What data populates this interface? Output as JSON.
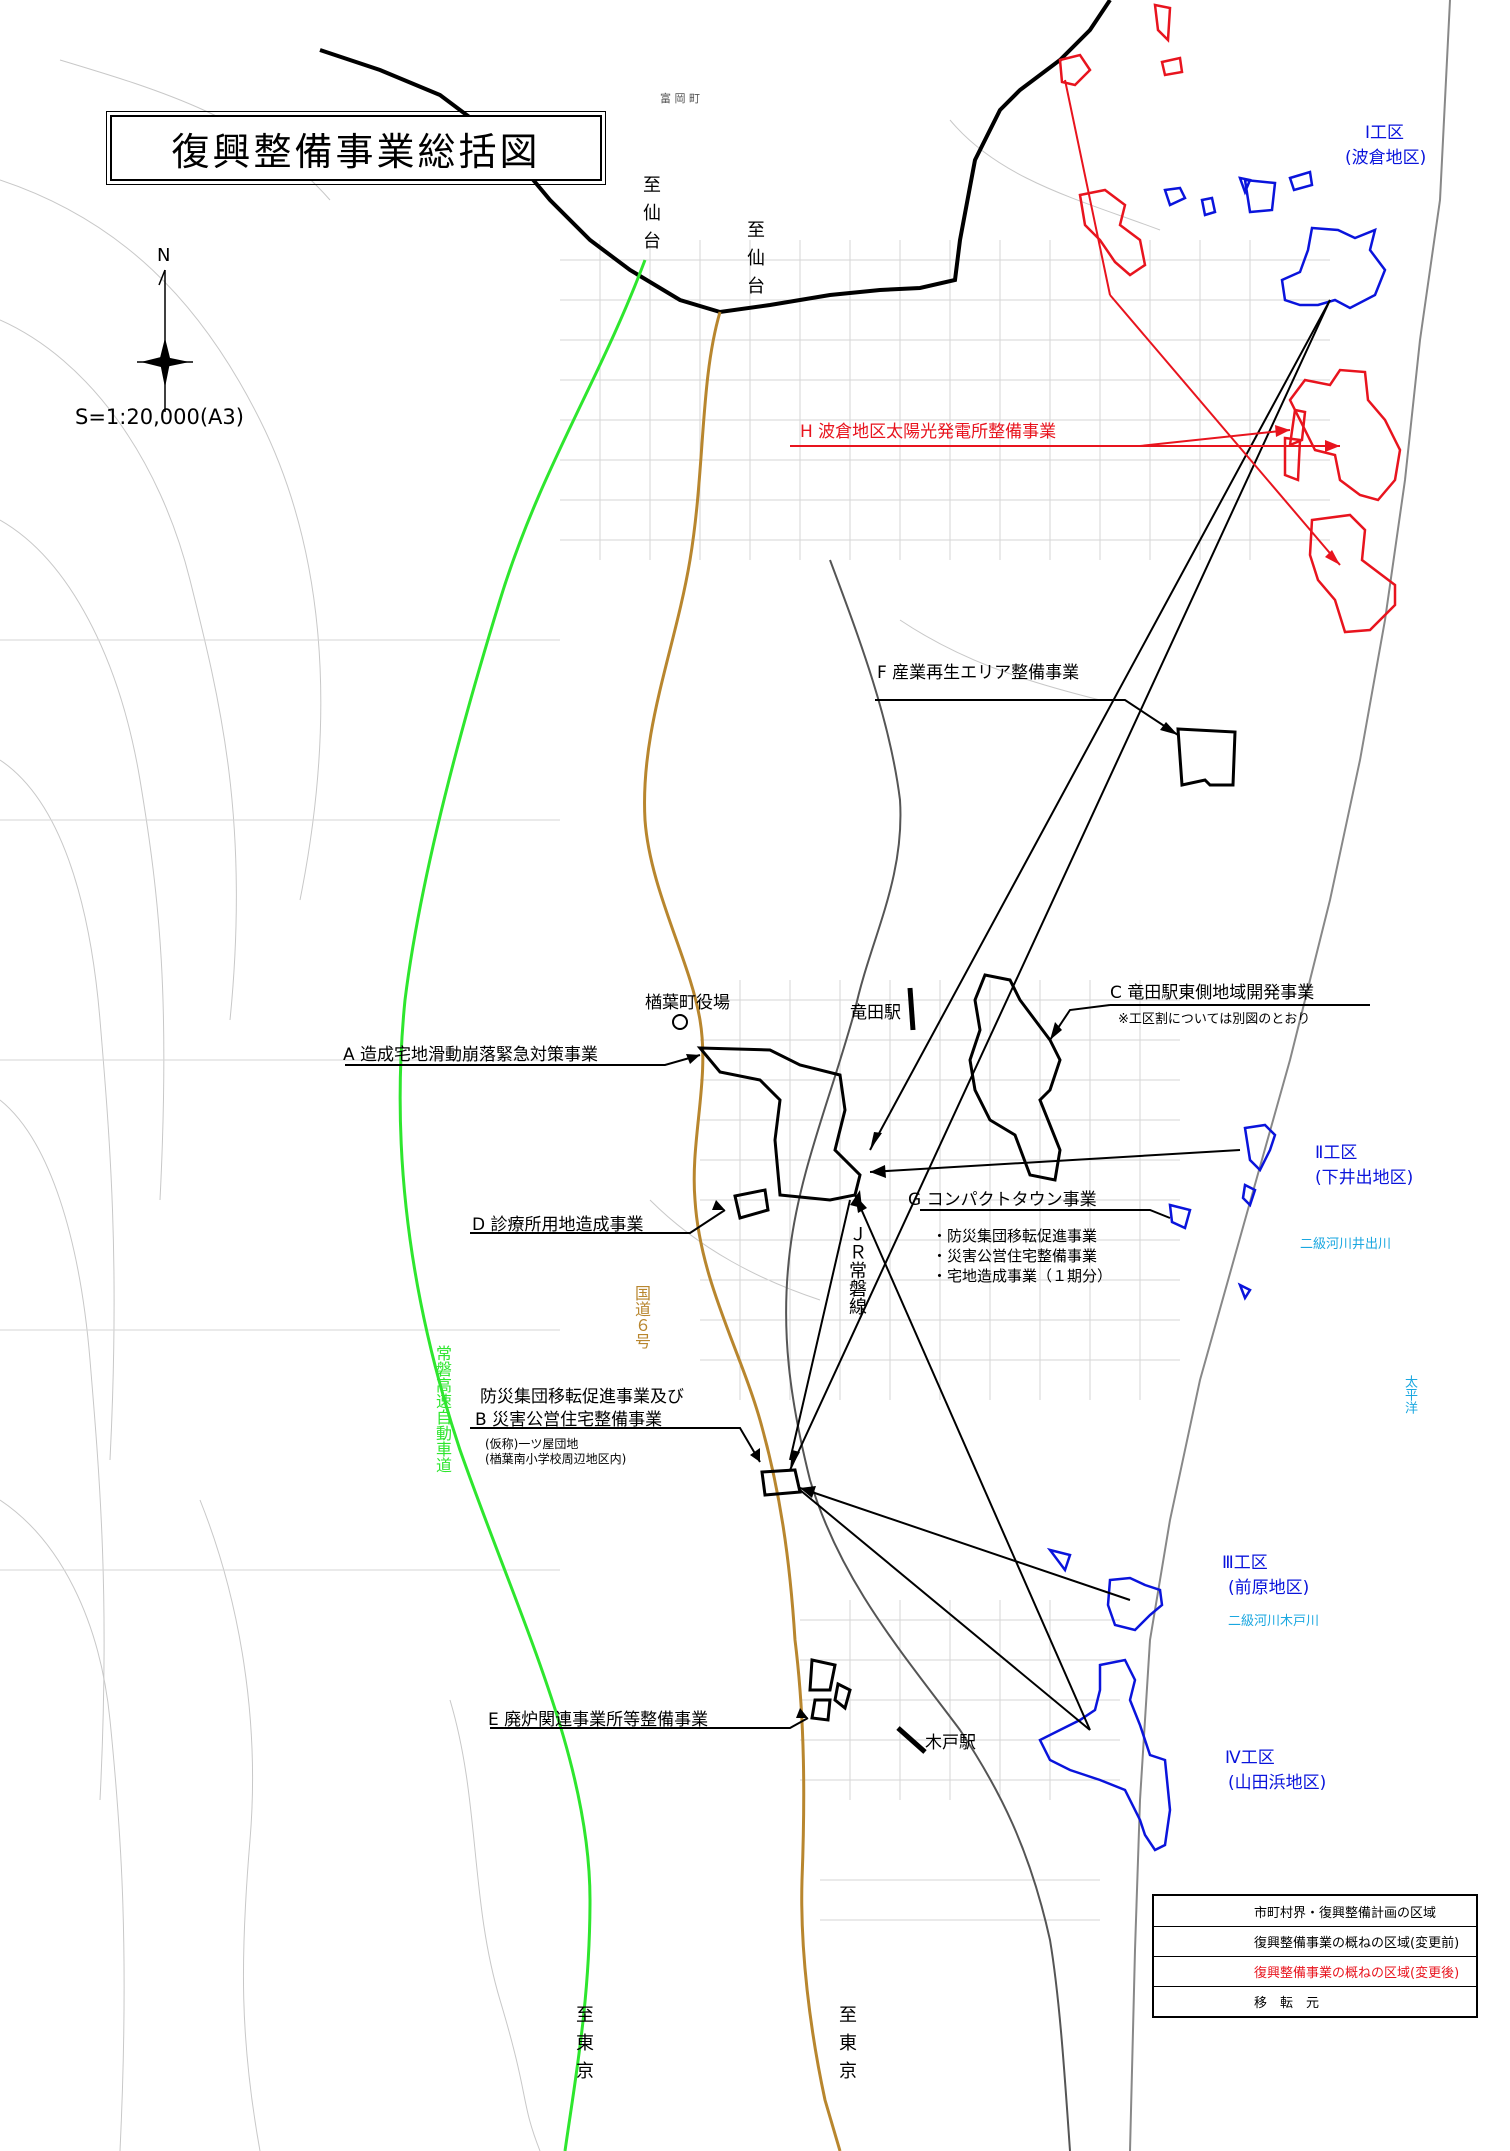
{
  "title": "復興整備事業総括図",
  "scale": "S=1:20,000(A3)",
  "north": "N",
  "colors": {
    "black": "#000000",
    "red": "#e8141e",
    "blue": "#0a14dc",
    "green": "#2ee62e",
    "gold": "#b8862e",
    "cyan": "#1aa7e0"
  },
  "projects": {
    "A": "A 造成宅地滑動崩落緊急対策事業",
    "B_line1": "防災集団移転促進事業及び",
    "B_line2": "B 災害公営住宅整備事業",
    "B_sub1": "(仮称)一ツ屋団地",
    "B_sub2": "(楢葉南小学校周辺地区内)",
    "C": "C 竜田駅東側地域開発事業",
    "C_note": "※工区割については別図のとおり",
    "D": "D 診療所用地造成事業",
    "E": "E 廃炉関連事業所等整備事業",
    "F": "F 産業再生エリア整備事業",
    "G": "G コンパクトタウン事業",
    "G_items": [
      "・防災集団移転促進事業",
      "・災害公営住宅整備事業",
      "・宅地造成事業（１期分）"
    ],
    "H": "H 波倉地区太陽光発電所整備事業"
  },
  "districts": [
    {
      "name": "Ⅰ工区",
      "sub": "(波倉地区)"
    },
    {
      "name": "Ⅱ工区",
      "sub": "(下井出地区)"
    },
    {
      "name": "Ⅲ工区",
      "sub": "(前原地区)"
    },
    {
      "name": "Ⅳ工区",
      "sub": "(山田浜地区)"
    }
  ],
  "places": {
    "town_office": "楢葉町役場",
    "tatsuta_station": "竜田駅",
    "kido_station": "木戸駅",
    "to_sendai": "至仙台",
    "to_tokyo": "至東京",
    "jr_line": "ＪＲ常磐線",
    "route6": "国道６号",
    "expressway": "常磐高速自動車道",
    "tomioka": "富 岡 町",
    "pacific": "太平洋",
    "river_ide": "二級河川井出川",
    "river_kido": "二級河川木戸川"
  },
  "legend": [
    {
      "label": "市町村界・復興整備計画の区域",
      "symbol": "double-black"
    },
    {
      "label": "復興整備事業の概ねの区域(変更前)",
      "symbol": "black"
    },
    {
      "label": "復興整備事業の概ねの区域(変更後)",
      "symbol": "red"
    },
    {
      "label": "移　転　元",
      "symbol": "blue"
    }
  ]
}
